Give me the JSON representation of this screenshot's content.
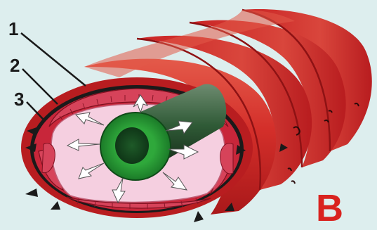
{
  "labels": {
    "one": "1",
    "two": "2",
    "three": "3"
  },
  "panel_letter": "B",
  "colors": {
    "background": "#ddeeee",
    "outer_muscle": "#d42f2a",
    "muscle_dark": "#9e1416",
    "submucosa_pink": "#f5cfe0",
    "inner_tube_green": "#1f8a2e",
    "inner_tube_dark": "#1e3c24",
    "label_red": "#d9231f"
  }
}
